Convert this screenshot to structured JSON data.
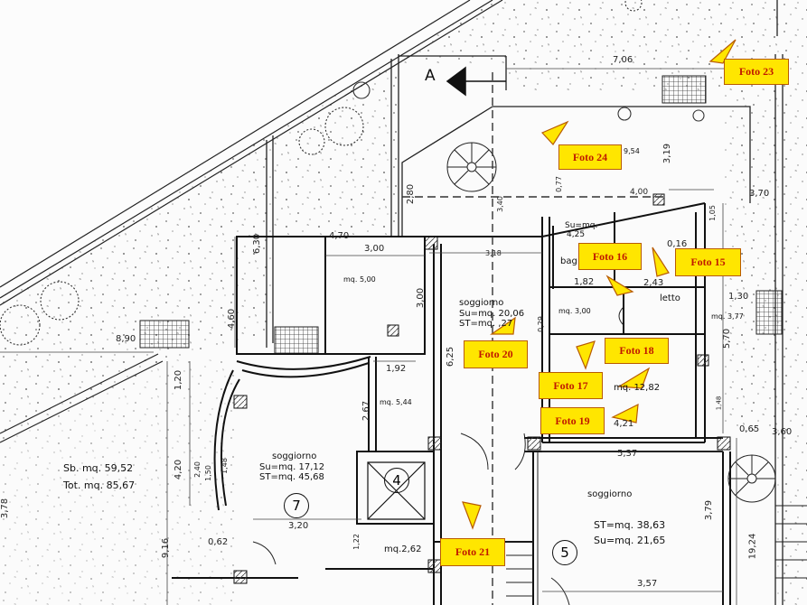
{
  "section_marker": {
    "letter": "A"
  },
  "photo_labels": [
    {
      "id": "foto23",
      "text": "Foto 23"
    },
    {
      "id": "foto24",
      "text": "Foto 24"
    },
    {
      "id": "foto16",
      "text": "Foto 16"
    },
    {
      "id": "foto15",
      "text": "Foto 15"
    },
    {
      "id": "foto20",
      "text": "Foto 20"
    },
    {
      "id": "foto18",
      "text": "Foto 18"
    },
    {
      "id": "foto17",
      "text": "Foto 17"
    },
    {
      "id": "foto19",
      "text": "Foto 19"
    },
    {
      "id": "foto21",
      "text": "Foto 21"
    }
  ],
  "units": {
    "u4": "4",
    "u5": "5",
    "u7": "7"
  },
  "rooms": {
    "soggiorno_mid": [
      "soggiorno",
      "Su=mq. 20,06",
      "ST=mq.  ,27"
    ],
    "soggiorno_7": [
      "soggiorno",
      "Su=mq. 17,12",
      "ST=mq. 45,68"
    ],
    "soggiorno_5": [
      "soggiorno"
    ],
    "unit5_areas": [
      "ST=mq. 38,63",
      "Su=mq. 21,65"
    ],
    "sb_tot": [
      "Sb. mq. 59,52",
      "Tot. mq. 85,67"
    ],
    "su_425": [
      "Su=mq.",
      "4,25"
    ],
    "bagno": "bag",
    "letto": "letto"
  },
  "area_labels": {
    "mq500": "mq. 5,00",
    "mq300": "mq. 3,00",
    "mq544": "mq. 5,44",
    "mq1282": "mq. 12,82",
    "mq262": "mq.2,62",
    "mq377": "mq. 3,77",
    "mq954": "9,54"
  },
  "dimensions": [
    "7,06",
    "3,00",
    "3,18",
    "4,70",
    "1,92",
    "5,37",
    "3,57",
    "3,20",
    "4,21",
    "3,70",
    "4,00",
    "1,82",
    "2,43",
    "3,60",
    "0,65",
    "1,30",
    "0,16",
    "6,30",
    "4,60",
    "1,20",
    "4,20",
    "9,16",
    "3,78",
    "2,67",
    "6,25",
    "3,00",
    "3,19",
    "2,80",
    "5,70",
    "3,79",
    "19,24",
    "1,48",
    "8,90",
    "0,62",
    "2,40",
    "1,50",
    "1,48",
    "0,29",
    "0,77",
    "3,40",
    "1,05",
    "1,22"
  ]
}
